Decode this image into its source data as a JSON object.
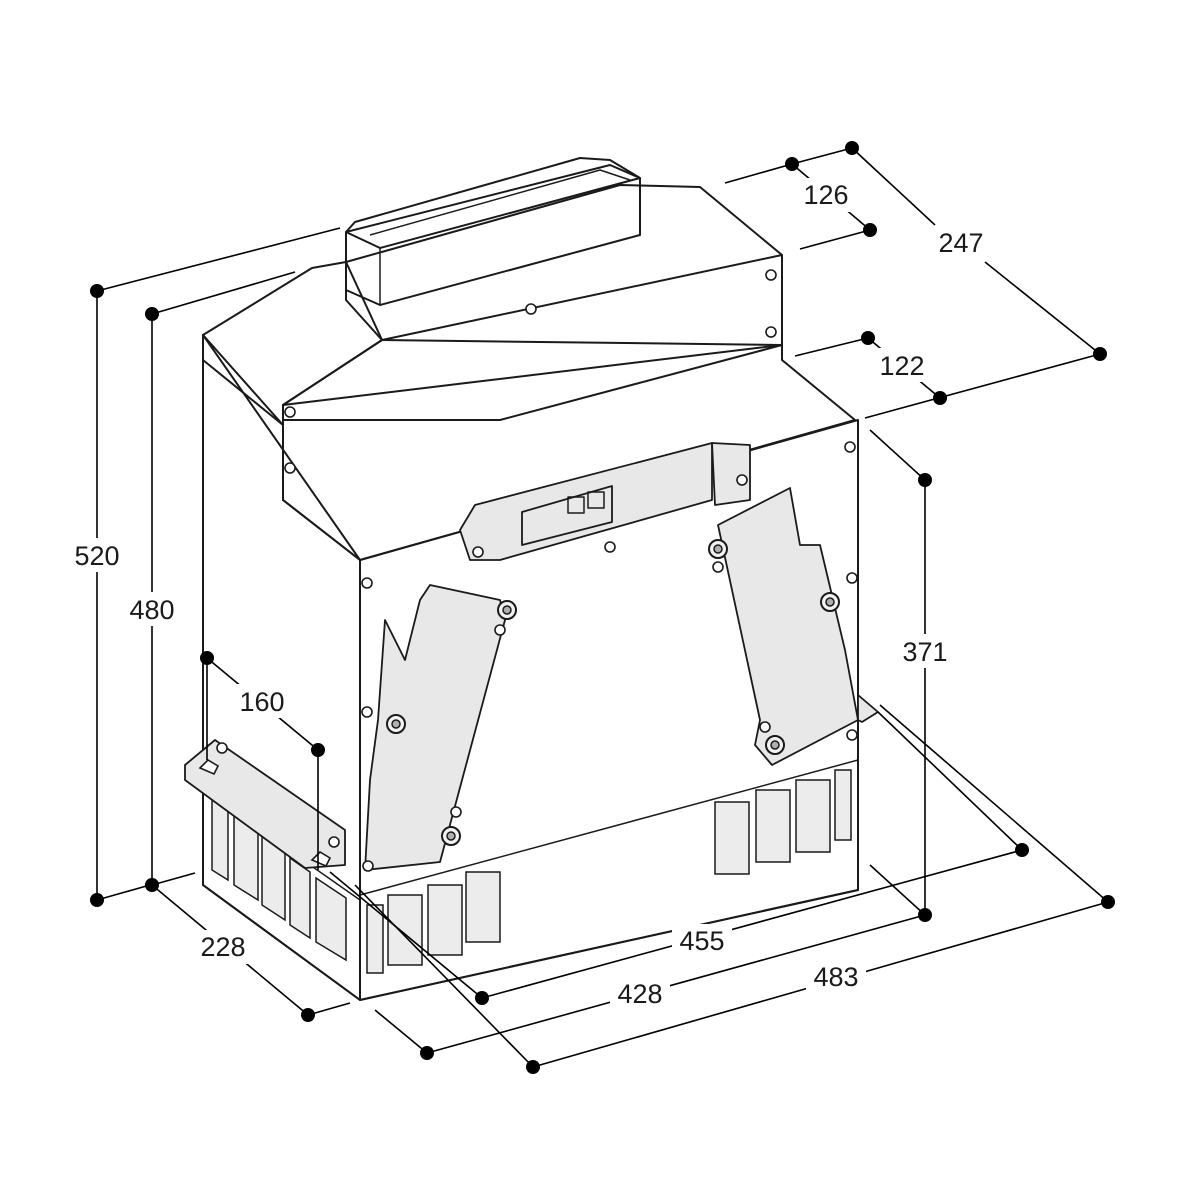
{
  "diagram": {
    "accent_color": "#000000",
    "body_color": "#e2e2e2",
    "dimensions": [
      {
        "id": "dim-126",
        "label": "126"
      },
      {
        "id": "dim-247",
        "label": "247"
      },
      {
        "id": "dim-122",
        "label": "122"
      },
      {
        "id": "dim-520",
        "label": "520"
      },
      {
        "id": "dim-480",
        "label": "480"
      },
      {
        "id": "dim-371",
        "label": "371"
      },
      {
        "id": "dim-160",
        "label": "160"
      },
      {
        "id": "dim-228",
        "label": "228"
      },
      {
        "id": "dim-455",
        "label": "455"
      },
      {
        "id": "dim-428",
        "label": "428"
      },
      {
        "id": "dim-483",
        "label": "483"
      }
    ]
  }
}
